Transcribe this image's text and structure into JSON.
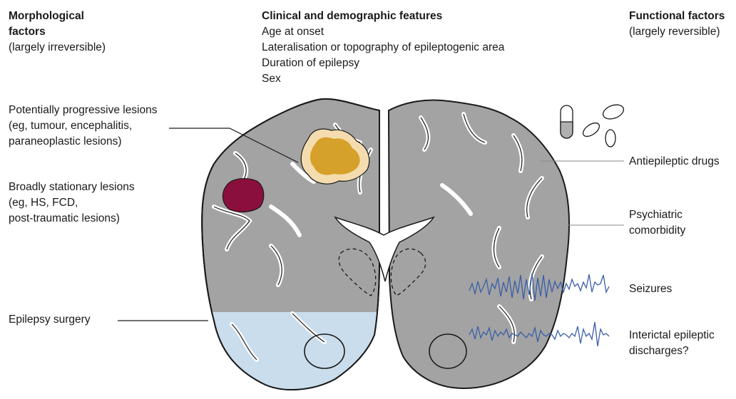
{
  "left_header": {
    "title_line1": "Morphological",
    "title_line2": "factors",
    "subtitle": "(largely irreversible)"
  },
  "center_header": {
    "title": "Clinical and demographic features",
    "items": [
      "Age at onset",
      "Lateralisation or topography of epileptogenic area",
      "Duration of epilepsy",
      "Sex"
    ]
  },
  "right_header": {
    "title": "Functional factors",
    "subtitle": "(largely reversible)"
  },
  "left_labels": {
    "progressive": [
      "Potentially progressive lesions",
      "(eg, tumour, encephalitis,",
      "paraneoplastic lesions)"
    ],
    "stationary": [
      "Broadly stationary lesions",
      "(eg, HS, FCD,",
      "post-traumatic lesions)"
    ],
    "surgery": "Epilepsy surgery"
  },
  "right_labels": {
    "drugs": "Antiepileptic drugs",
    "psychiatric": [
      "Psychiatric",
      "comorbidity"
    ],
    "seizures": "Seizures",
    "interictal": [
      "Interictal epileptic",
      "discharges?"
    ]
  },
  "colors": {
    "brain_gray": "#a3a3a3",
    "outline": "#1a1a1a",
    "surgery_blue": "#c9ddec",
    "tumour_core": "#d6a12b",
    "tumour_halo": "#f4dcae",
    "lesion_red": "#8b0f3c",
    "eeg_blue": "#3a5fa8",
    "leader_gray": "#888888"
  }
}
